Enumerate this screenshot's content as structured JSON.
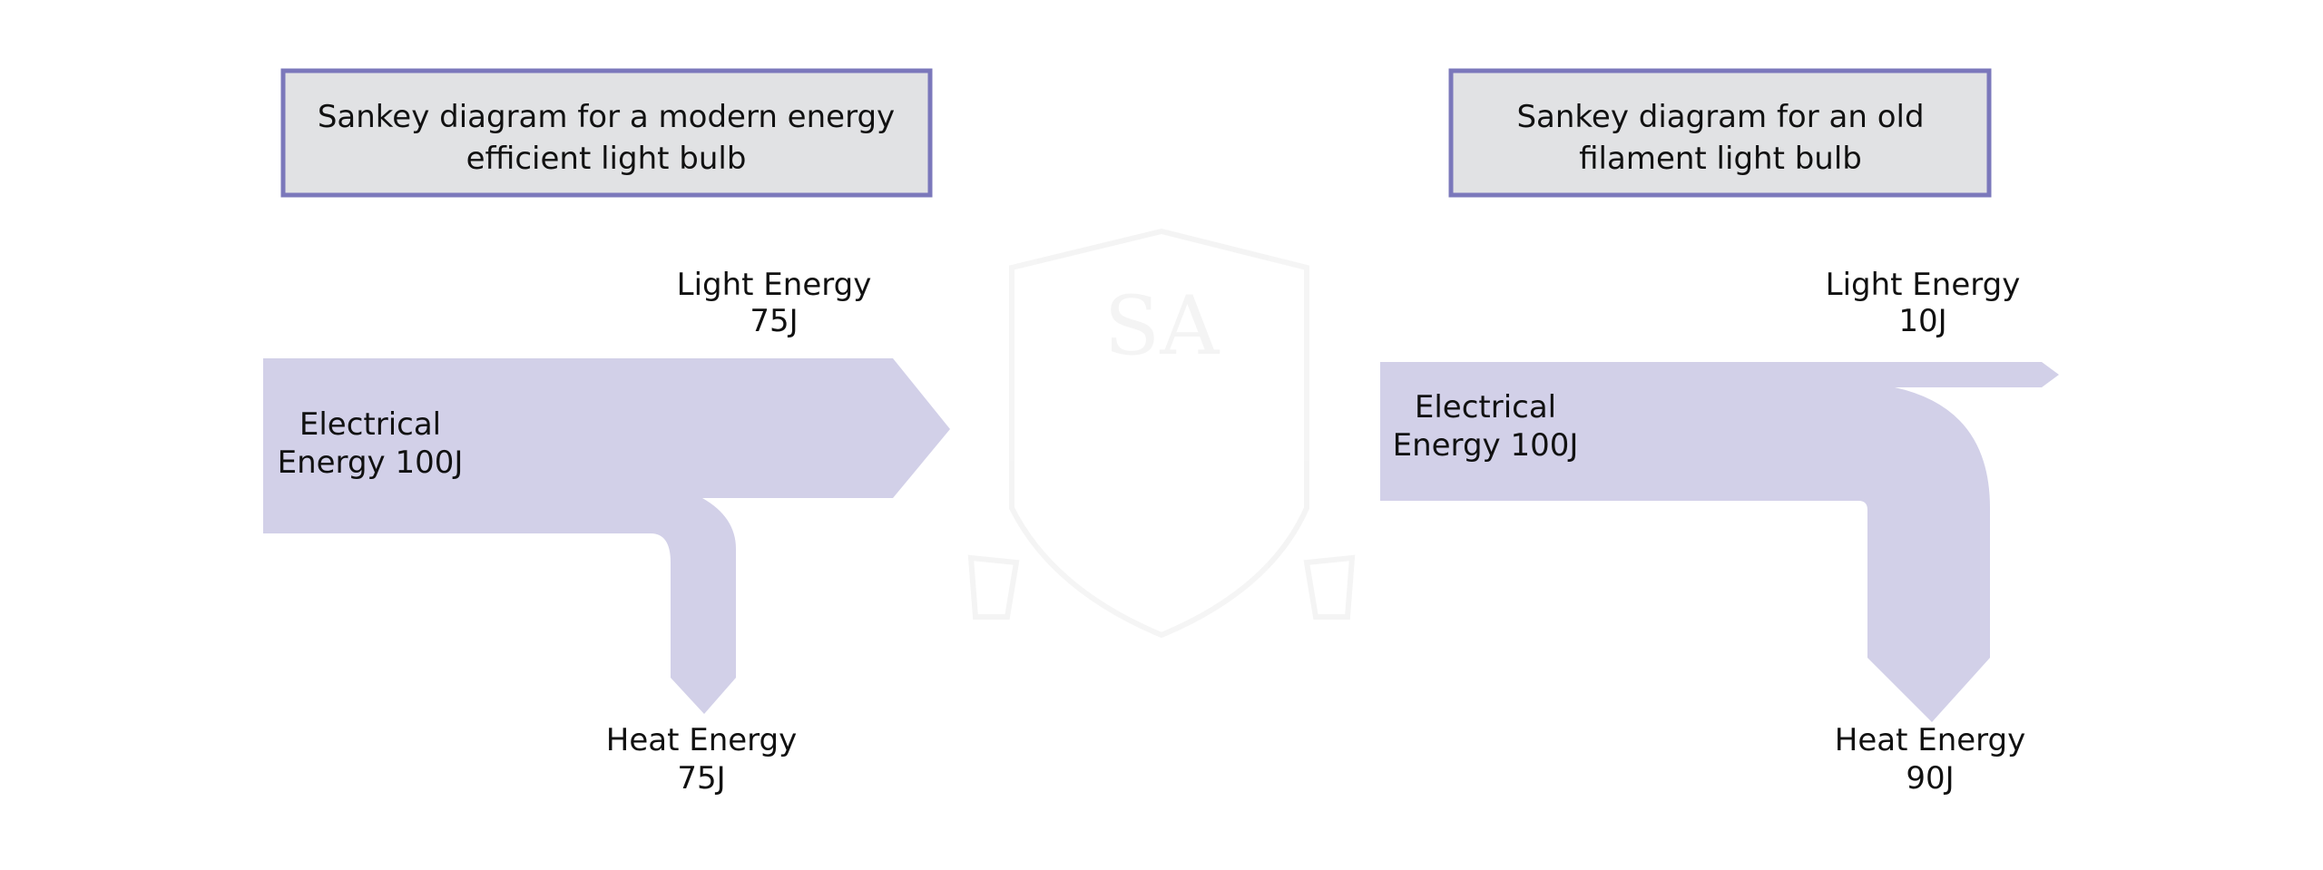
{
  "colors": {
    "flow": "#d2d0e8",
    "box_fill": "#e1e2e4",
    "box_border": "#7b78bb"
  },
  "watermark": {
    "text": "SA"
  },
  "diagrams": [
    {
      "title_lines": [
        "Sankey diagram for a modern energy",
        "efficient light bulb"
      ],
      "input": {
        "label_lines": [
          "Electrical",
          "Energy 100J"
        ],
        "name": "Electrical Energy",
        "value": 100
      },
      "outputs": [
        {
          "label_lines": [
            "Light Energy",
            "75J"
          ],
          "name": "Light Energy",
          "value": 75
        },
        {
          "label_lines": [
            "Heat Energy",
            "75J"
          ],
          "name": "Heat Energy",
          "value": 75
        }
      ]
    },
    {
      "title_lines": [
        "Sankey diagram for an old",
        "filament light bulb"
      ],
      "input": {
        "label_lines": [
          "Electrical",
          "Energy 100J"
        ],
        "name": "Electrical Energy",
        "value": 100
      },
      "outputs": [
        {
          "label_lines": [
            "Light Energy",
            "10J"
          ],
          "name": "Light Energy",
          "value": 10
        },
        {
          "label_lines": [
            "Heat Energy",
            "90J"
          ],
          "name": "Heat Energy",
          "value": 90
        }
      ]
    }
  ]
}
